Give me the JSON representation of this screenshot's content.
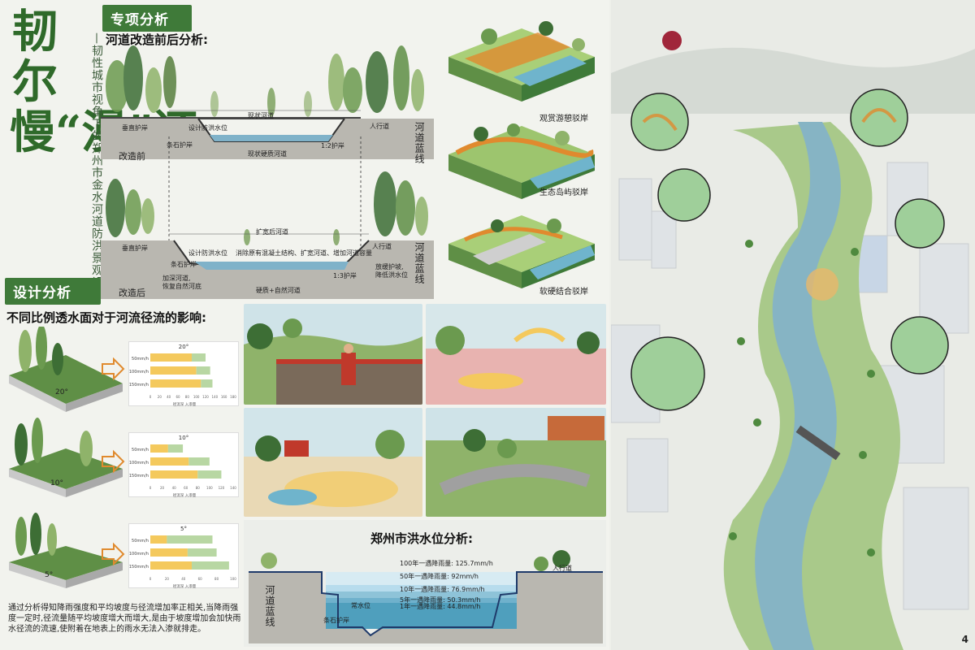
{
  "title": {
    "main": "韧尔慢“漫”还",
    "subtitle": "—韧性城市视角下的郑州市金水河道防洪景观设计"
  },
  "sections": {
    "special_analysis": "专项分析",
    "design_analysis": "设计分析",
    "river_before_after": "河道改造前后分析:",
    "runoff_title": "不同比例透水面对于河流径流的影响:",
    "flood_title": "郑州市洪水位分析:"
  },
  "section_before": {
    "label": "改造前",
    "current_channel": "现状河道",
    "vertical_bank": "垂直护岸",
    "design_flood": "设计防洪水位",
    "sidewalk": "人行道",
    "stone_bank": "条石护岸",
    "ratio": "1:2护岸",
    "channel_bottom": "现状硬质河道",
    "blue_line": "河道蓝线"
  },
  "section_after": {
    "label": "改造后",
    "widened": "扩宽后河道",
    "vertical_bank": "垂直护岸",
    "design_flood": "设计防洪水位",
    "note": "消除原有混凝土结构、扩宽河道、增加河道容量",
    "stone_bank": "条石护岸",
    "sidewalk": "人行道",
    "deepen": "加深河道,",
    "deepen2": "恢复自然河底",
    "bottom": "硬质+自然河道",
    "ratio": "1:3护岸",
    "slope_note": "放缓护坡,",
    "slope_note2": "降低洪水位",
    "blue_line": "河道蓝线"
  },
  "bank_types": [
    "观赏游憩驳岸",
    "生态岛屿驳岸",
    "软硬结合驳岸"
  ],
  "slopes": [
    {
      "angle": "20°",
      "chart_title": "20°"
    },
    {
      "angle": "10°",
      "chart_title": "10°"
    },
    {
      "angle": "5°",
      "chart_title": "5°"
    }
  ],
  "chart_data": [
    {
      "type": "bar",
      "title": "20°",
      "categories": [
        "50mm/h",
        "100mm/h",
        "150mm/h"
      ],
      "series": [
        {
          "name": "",
          "values": [
            90,
            100,
            110
          ],
          "color": "#f4c95d"
        },
        {
          "name": "",
          "values": [
            30,
            30,
            25
          ],
          "color": "#b8d7a3"
        }
      ],
      "xlim": [
        0,
        180
      ],
      "ticks": [
        0,
        20,
        40,
        60,
        80,
        100,
        120,
        140,
        160,
        180
      ],
      "legend": "径流深 入渗量"
    },
    {
      "type": "bar",
      "title": "10°",
      "categories": [
        "50mm/h",
        "100mm/h",
        "150mm/h"
      ],
      "series": [
        {
          "name": "",
          "values": [
            30,
            65,
            80
          ],
          "color": "#f4c95d"
        },
        {
          "name": "",
          "values": [
            25,
            35,
            40
          ],
          "color": "#b8d7a3"
        }
      ],
      "xlim": [
        0,
        140
      ],
      "ticks": [
        0,
        20,
        40,
        60,
        80,
        100,
        120,
        140
      ],
      "legend": "径流深 入渗量"
    },
    {
      "type": "bar",
      "title": "5°",
      "categories": [
        "50mm/h",
        "100mm/h",
        "150mm/h"
      ],
      "series": [
        {
          "name": "",
          "values": [
            20,
            45,
            50
          ],
          "color": "#f4c95d"
        },
        {
          "name": "",
          "values": [
            55,
            35,
            45
          ],
          "color": "#b8d7a3"
        }
      ],
      "xlim": [
        0,
        100
      ],
      "ticks": [
        0,
        20,
        40,
        60,
        80,
        100
      ],
      "legend": "径流深 入渗量"
    }
  ],
  "flood_levels": [
    "100年一遇降雨量: 125.7mm/h",
    "50年一遇降雨量: 92mm/h",
    "10年一遇降雨量: 76.9mm/h",
    "5年一遇降雨量: 50.3mm/h",
    "1年一遇降雨量: 44.8mm/h"
  ],
  "flood_section": {
    "blue_line": "河道蓝线",
    "sidewalk": "人行道",
    "stone_bank": "条石护岸",
    "normal_level": "常水位"
  },
  "footnote": "通过分析得知降雨强度和平均坡度与径流增加率正相关,当降雨强度一定时,径流量随平均坡度增大而增大,是由于坡度增加会加快雨水径流的流速,使附着在地表上的雨水无法入渗就排走。",
  "page_number": "4",
  "colors": {
    "primary_green": "#3f7a39",
    "water": "#8ec3d8",
    "yellow": "#f4c95d",
    "light_green": "#b8d7a3"
  }
}
